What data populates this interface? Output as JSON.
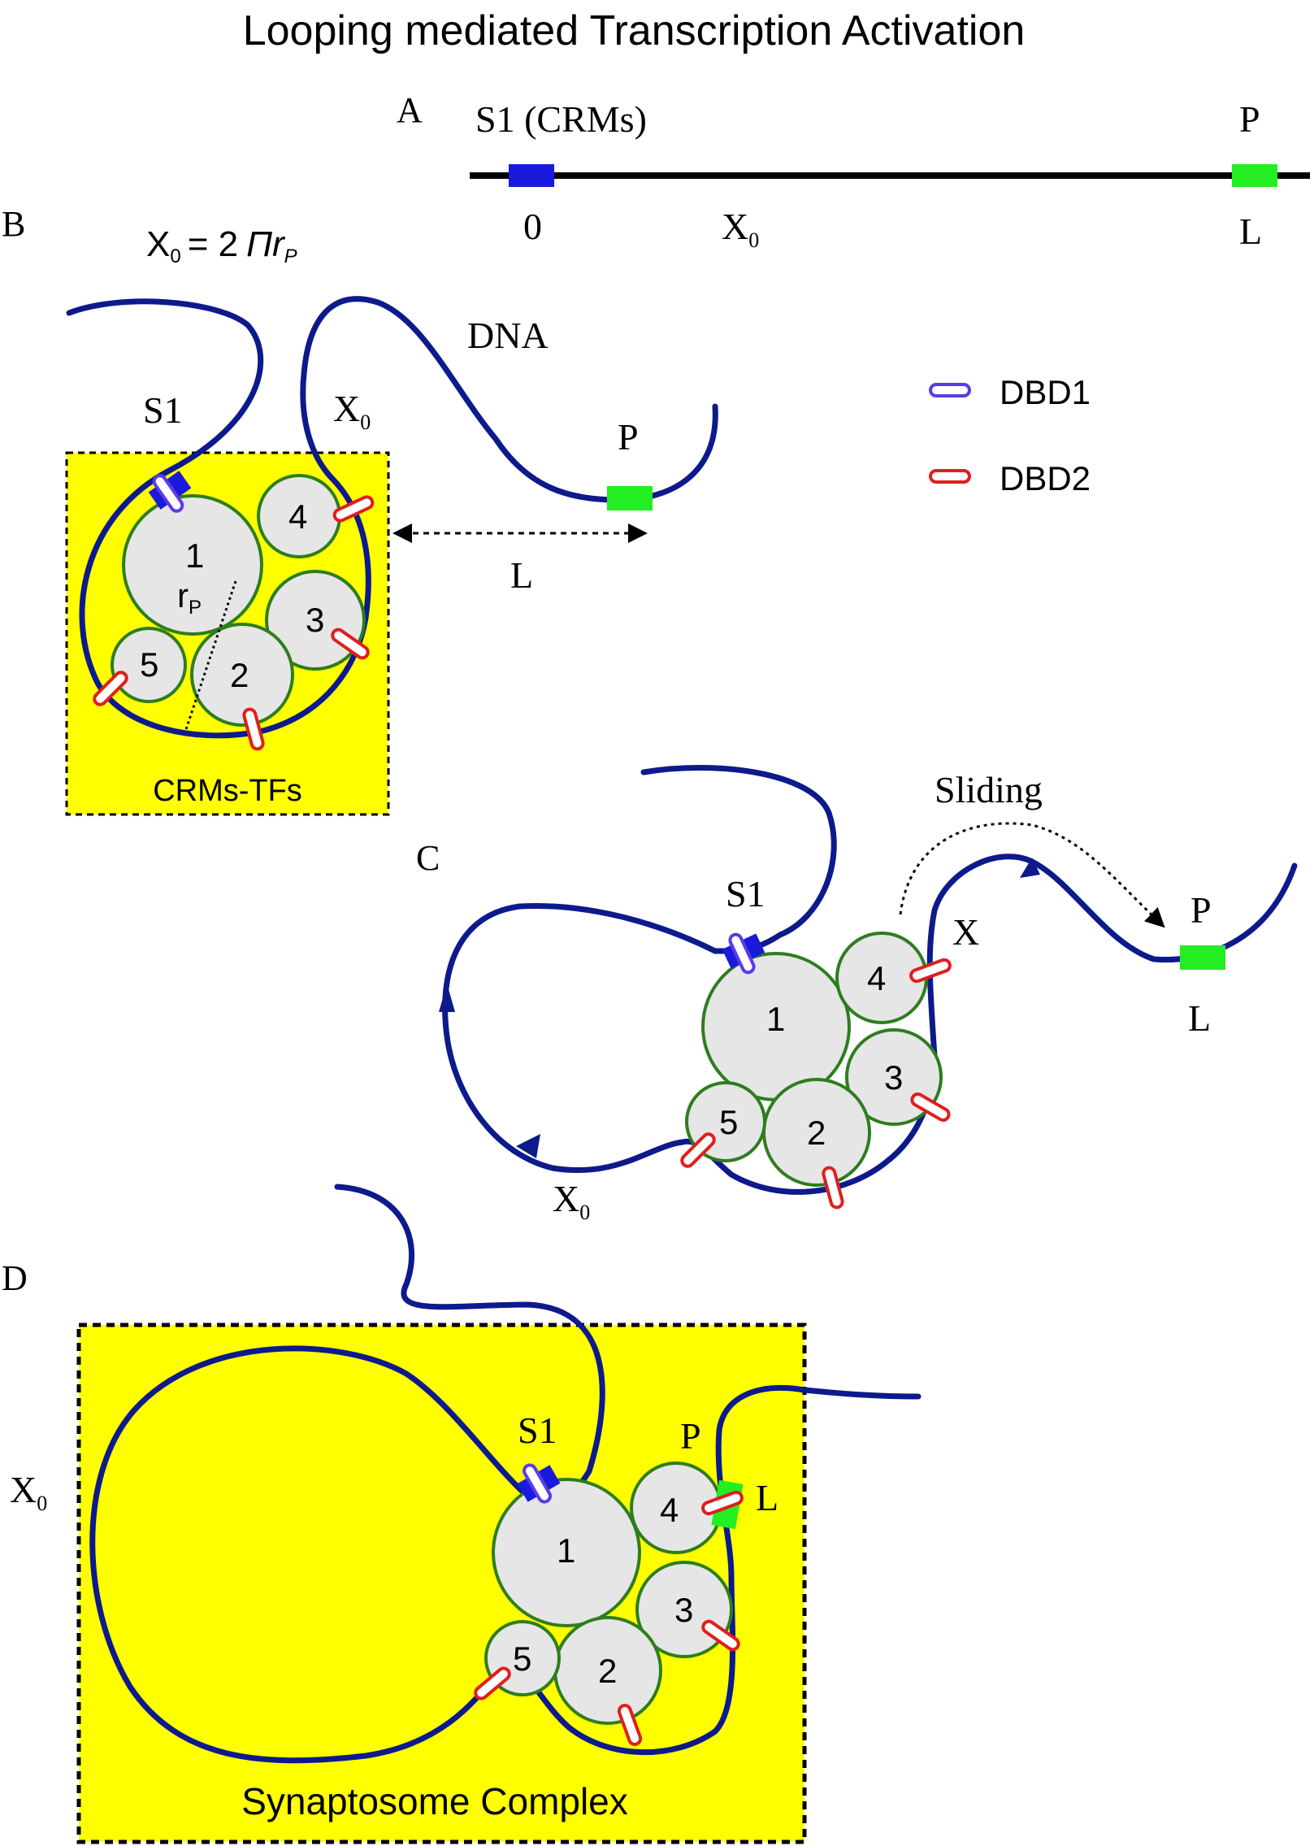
{
  "title": "Looping mediated Transcription Activation",
  "colors": {
    "dna": "#0d1a8c",
    "protein_fill": "#e6e6e6",
    "protein_stroke": "#2e7d1e",
    "box_fill": "#ffff00",
    "dbd1": "#5a3ce6",
    "dbd2": "#e01e1e",
    "s1_site": "#1a1adc",
    "promoter": "#22ee22"
  },
  "panelA": {
    "letter": "A",
    "s1_label": "S1 (CRMs)",
    "p_label": "P",
    "zero_label": "0",
    "x0_label": "X",
    "x0_sub": "0",
    "l_label": "L"
  },
  "panelB": {
    "letter": "B",
    "eq_x": "X",
    "eq_sub": "0",
    "eq_rest": "= 2",
    "eq_pi": "Πr",
    "eq_pi_sub": "P",
    "dna_label": "DNA",
    "s1_label": "S1",
    "x0_label": "X",
    "x0_sub": "0",
    "p_label": "P",
    "l_label": "L",
    "rp_label": "r",
    "rp_sub": "P",
    "box_label": "CRMs-TFs",
    "proteins": [
      "1",
      "2",
      "3",
      "4",
      "5"
    ]
  },
  "legend": {
    "dbd1": "DBD1",
    "dbd2": "DBD2"
  },
  "panelC": {
    "letter": "C",
    "sliding_label": "Sliding",
    "s1_label": "S1",
    "x_label": "X",
    "p_label": "P",
    "l_label": "L",
    "x0_label": "X",
    "x0_sub": "0",
    "proteins": [
      "1",
      "2",
      "3",
      "4",
      "5"
    ]
  },
  "panelD": {
    "letter": "D",
    "x0_label": "X",
    "x0_sub": "0",
    "s1_label": "S1",
    "p_label": "P",
    "l_label": "L",
    "box_label": "Synaptosome Complex",
    "proteins": [
      "1",
      "2",
      "3",
      "4",
      "5"
    ]
  }
}
